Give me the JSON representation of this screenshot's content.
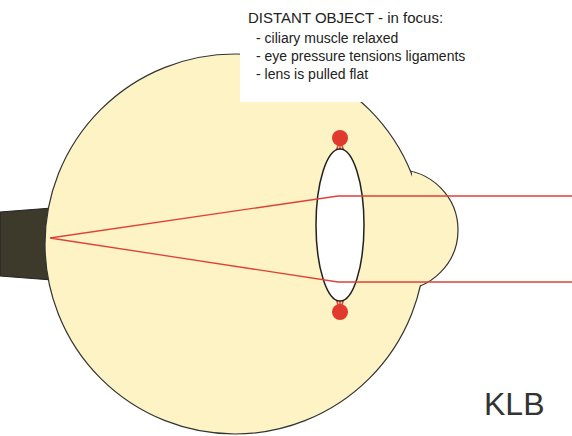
{
  "diagram": {
    "labels": [
      "DISTANT OBJECT - in focus:",
      "- ciliary muscle relaxed",
      "- eye pressure tensions ligaments",
      "- lens is pulled flat",
      "KLB"
    ]
  }
}
